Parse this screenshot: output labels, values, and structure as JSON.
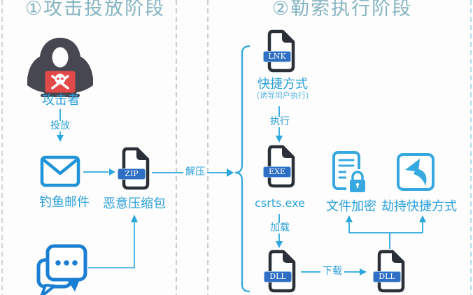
{
  "phase1": {
    "title": "①攻击投放阶段",
    "attacker_label": "攻击者",
    "deliver_label": "投放",
    "email_label": "钓鱼邮件",
    "zip_badge": "ZIP",
    "zip_label": "恶意压缩包",
    "decompress_label": "解压"
  },
  "phase2": {
    "title": "②勒索执行阶段",
    "lnk_badge": "LNK",
    "lnk_label": "快捷方式",
    "lnk_sublabel": "(诱导用户执行)",
    "execute_label": "执行",
    "exe_badge": "EXE",
    "exe_label": "csrts.exe",
    "load_label": "加载",
    "dll1_badge": "DLL",
    "download_label": "下载",
    "dll2_badge": "DLL",
    "encrypt_label": "文件加密",
    "hijack_label": "劫持快捷方式"
  },
  "colors": {
    "label_blue": "#2aa0da",
    "arrow_blue": "#2aa7dc",
    "deep_blue": "#1a7fd2",
    "outline_icon_blue": "#38a9e0",
    "file_band_blue": "#2e6ec4",
    "file_outline_dark": "#2b3038",
    "hacker_gray": "#474751",
    "alert_red": "#e24a4a",
    "title_teal": "#85b4c2",
    "dashed_gray": "#b8c1c4",
    "dashed_light_blue": "#a9d7e5"
  }
}
